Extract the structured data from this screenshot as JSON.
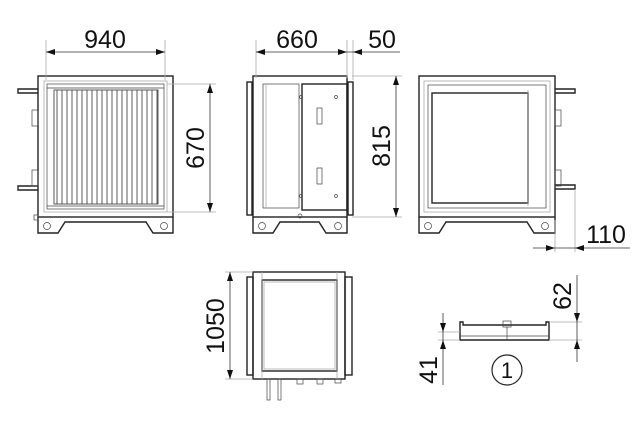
{
  "dimensions": {
    "width_front": "940",
    "height_front": "670",
    "width_side": "660",
    "flange": "50",
    "height_side": "815",
    "pipe_offset": "110",
    "depth_top": "1050",
    "tray_height": "62",
    "tray_base": "41"
  },
  "callouts": {
    "tray_marker": "1"
  },
  "colors": {
    "line": "#222222",
    "background": "#ffffff"
  }
}
